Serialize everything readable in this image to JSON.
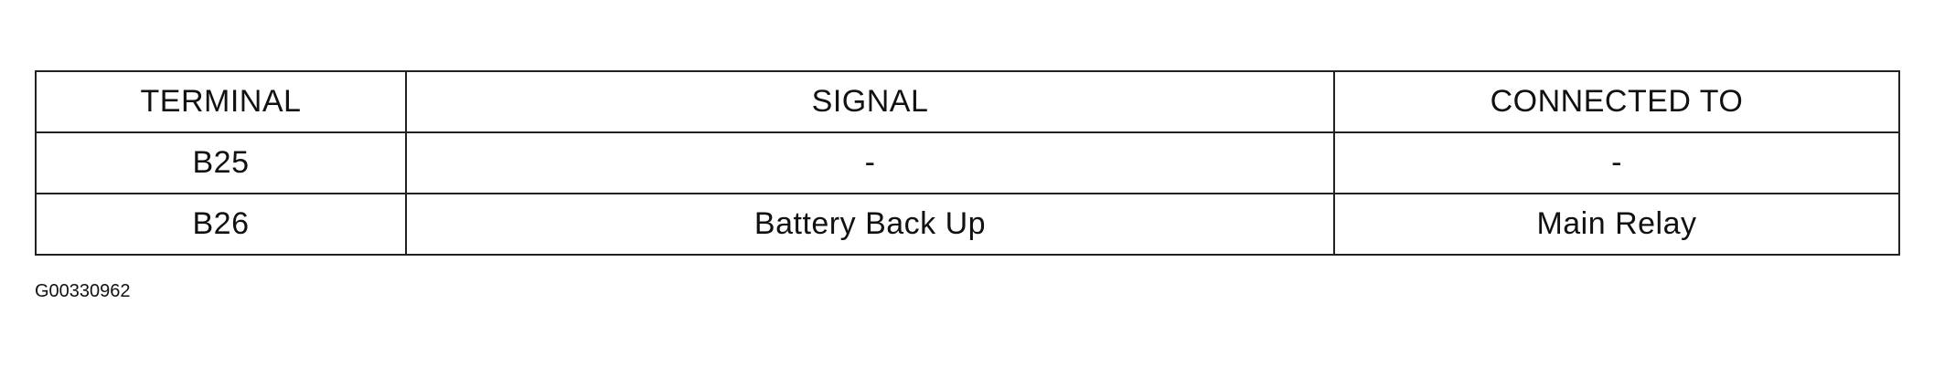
{
  "table": {
    "headers": [
      "TERMINAL",
      "SIGNAL",
      "CONNECTED TO"
    ],
    "rows": [
      [
        "B25",
        "-",
        "-"
      ],
      [
        "B26",
        "Battery Back Up",
        "Main Relay"
      ]
    ]
  },
  "figure_id": "G00330962"
}
